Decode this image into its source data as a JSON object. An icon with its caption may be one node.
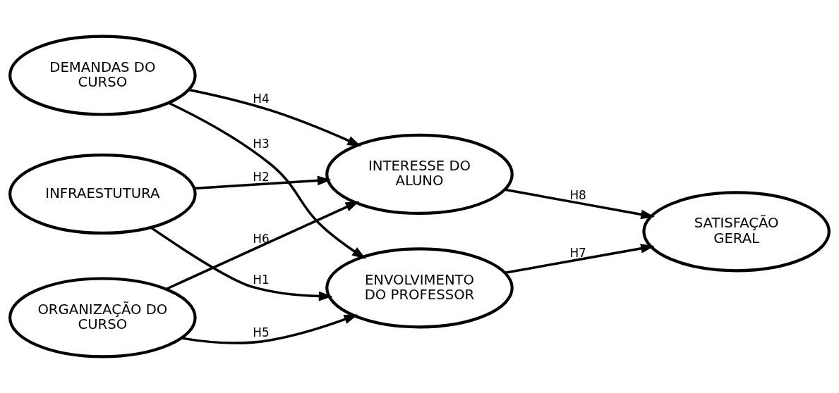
{
  "diagram": {
    "nodes": [
      {
        "text": [
          "INFRAESTUTURA"
        ]
      },
      {
        "text": [
          "DEMANDAS DO CURSO"
        ]
      },
      {
        "text": [
          "ORGANIZAÇÃO DO CURSO"
        ]
      },
      {
        "text": [
          "ENVOLVIMENTO DO PROFESSOR"
        ]
      },
      {
        "text": [
          "INTERESSE DO ALUNO"
        ]
      },
      {
        "text": [
          "SATISFAÇÃO GERAL"
        ]
      }
    ],
    "edges": [
      {
        "from": 0,
        "to": 3,
        "arrow": "to",
        "label": "H1"
      },
      {
        "from": 0,
        "to": 4,
        "arrow": "to",
        "label": "H2"
      },
      {
        "from": 1,
        "to": 3,
        "arrow": "to",
        "label": "H3"
      },
      {
        "from": 1,
        "to": 4,
        "arrow": "to",
        "label": "H4"
      },
      {
        "from": 2,
        "to": 3,
        "arrow": "to",
        "label": "H5"
      },
      {
        "from": 2,
        "to": 4,
        "arrow": "to",
        "label": "H6"
      },
      {
        "from": 3,
        "to": 5,
        "arrow": "to",
        "label": "H7"
      },
      {
        "from": 4,
        "to": 5,
        "arrow": "to",
        "label": "H8"
      }
    ]
  }
}
